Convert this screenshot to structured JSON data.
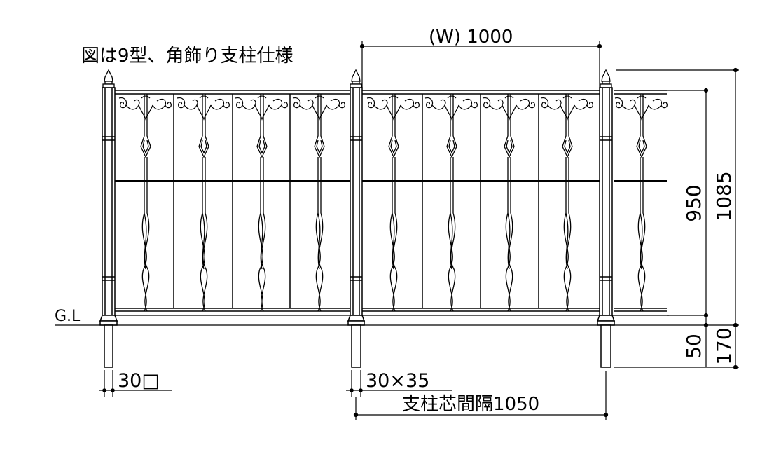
{
  "caption": "図は9型、角飾り支柱仕様",
  "ground_label": "G.L",
  "dims": {
    "width": "(W) 1000",
    "panel_height": "950",
    "total_height": "1085",
    "footing_height": "50",
    "embed_depth": "170",
    "end_post_size": "30□",
    "mid_post_size": "30×35",
    "post_pitch": "支柱芯間隔1050"
  },
  "colors": {
    "line": "#000000",
    "post_fill": "#ffffff"
  }
}
